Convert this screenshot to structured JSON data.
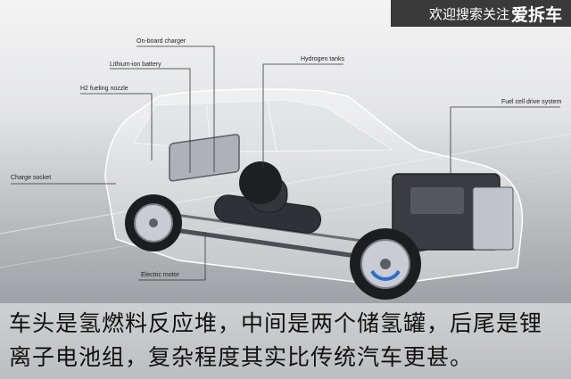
{
  "banner": {
    "prefix": "欢迎搜索关注",
    "brand": "爱拆车"
  },
  "labels": {
    "onboard_charger": "On-board charger",
    "lithium_battery": "Lithium-ion battery",
    "h2_nozzle": "H2 fueling nozzle",
    "hydrogen_tanks": "Hydrogen tanks",
    "fuel_cell_system": "Fuel cell drive system",
    "charge_socket": "Charge socket",
    "electric_motor": "Electric motor"
  },
  "caption": {
    "text": "车头是氢燃料反应堆，中间是两个储氢罐，后尾是锂离子电池组，复杂程度其实比传统汽车更甚。"
  }
}
